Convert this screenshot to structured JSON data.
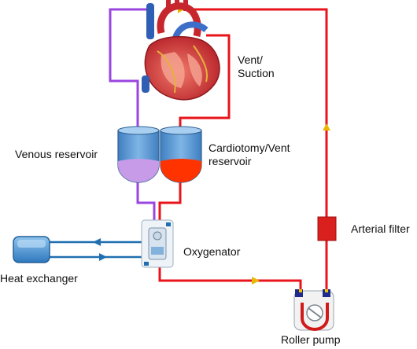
{
  "labels": {
    "vent_suction_line1": "Vent/",
    "vent_suction_line2": "Suction",
    "venous_reservoir": "Venous reservoir",
    "cardiotomy_line1": "Cardiotomy/Vent",
    "cardiotomy_line2": "reservoir",
    "arterial_filter": "Arterial filter",
    "oxygenator": "Oxygenator",
    "heat_exchanger": "Heat exchanger",
    "roller_pump": "Roller pump"
  },
  "colors": {
    "arterial_line": "#e8141b",
    "venous_line": "#9b45e0",
    "water_line": "#1f6fb0",
    "arrow_head": "#e8b800",
    "reservoir_body": "#5b9bd5",
    "venous_blood": "#c79be8",
    "vent_blood": "#ff3300",
    "filter": "#d9201e"
  }
}
